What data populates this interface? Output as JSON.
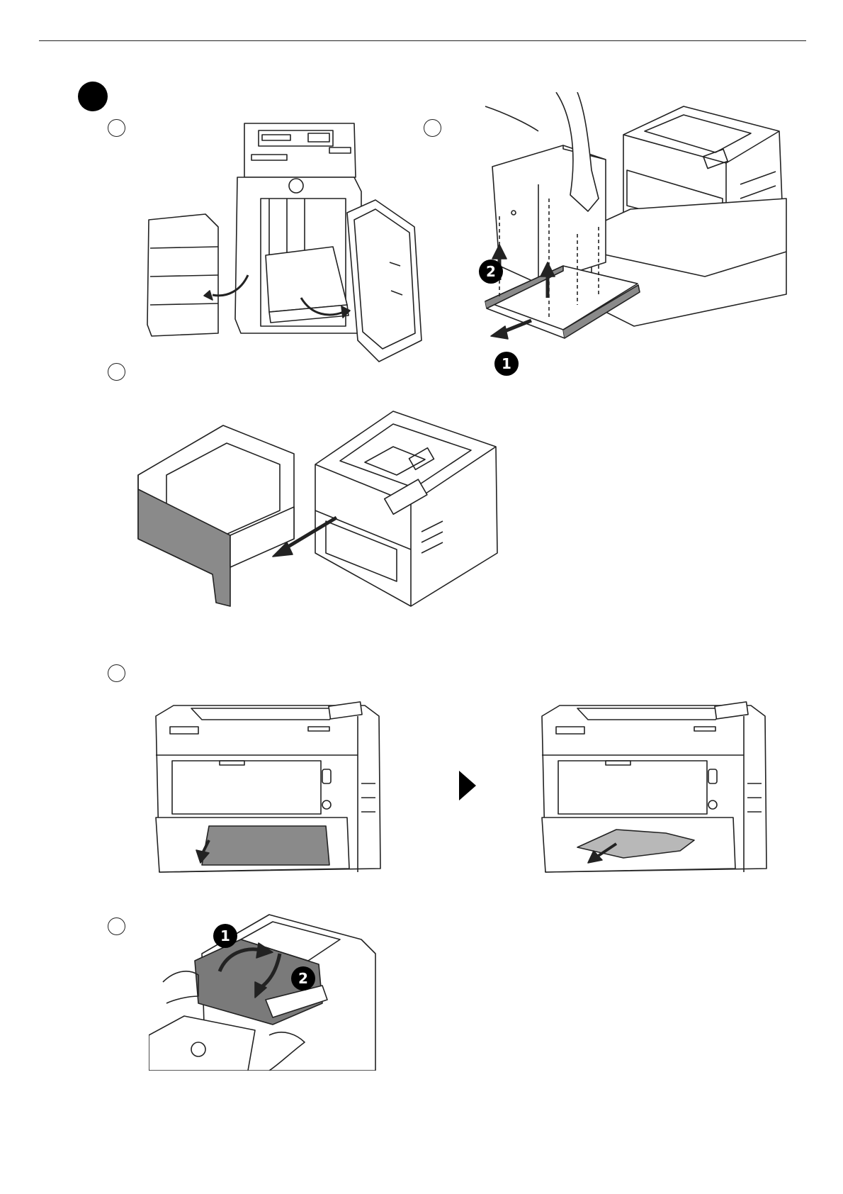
{
  "steps": [
    {
      "id": "main",
      "icon": "filled-circle-icon"
    }
  ],
  "substeps": [
    {
      "id": "sub-1",
      "icon": "open-circle-icon"
    },
    {
      "id": "sub-2",
      "icon": "open-circle-icon"
    },
    {
      "id": "sub-3",
      "icon": "open-circle-icon"
    },
    {
      "id": "sub-4",
      "icon": "open-circle-icon"
    },
    {
      "id": "sub-5",
      "icon": "open-circle-icon"
    }
  ],
  "callouts": {
    "one": "1",
    "two": "2"
  },
  "colors": {
    "line": "#222222",
    "tray_gray": "#8a8a8a",
    "cover_gray": "#7a7a7a",
    "paper_gray": "#b8b8b8"
  },
  "icons": {
    "between_figures": "play-triangle-icon"
  }
}
